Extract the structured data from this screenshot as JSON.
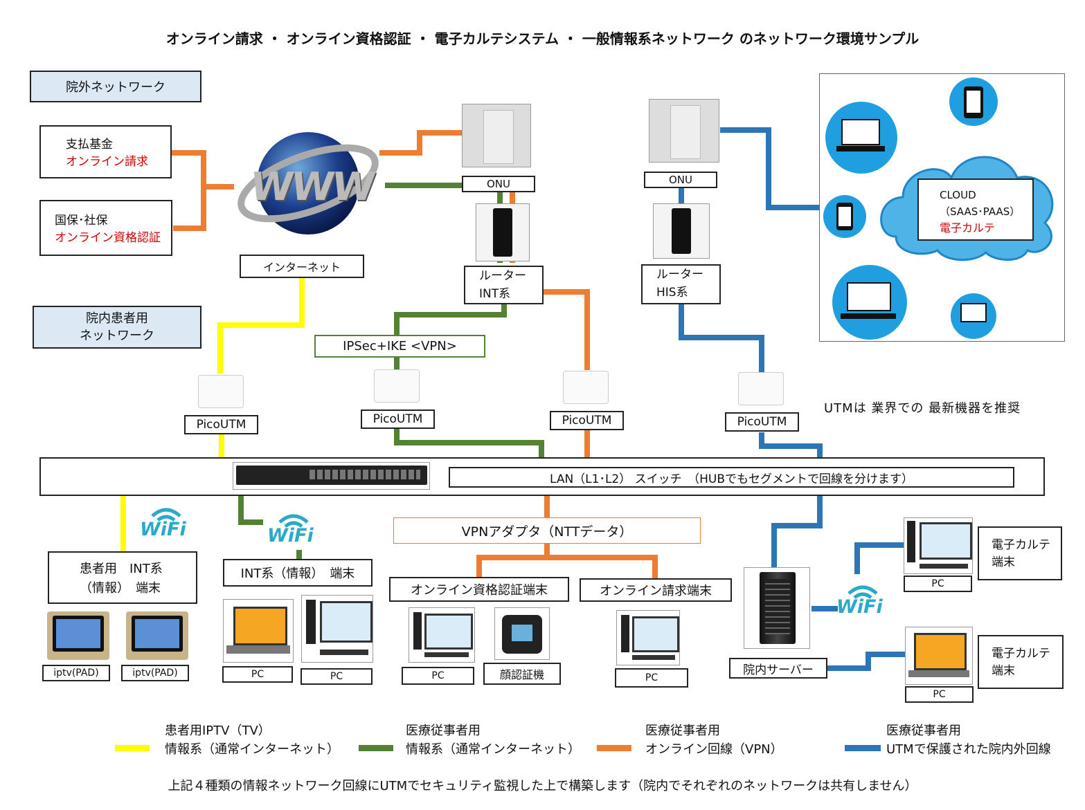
{
  "title": "オンライン請求 ・ オンライン資格認証 ・ 電子カルテシステム ・ 一般情報系ネットワーク のネットワーク環境サンプル",
  "sections": {
    "outside": "院外ネットワーク",
    "patient": "院内患者用\nネットワーク"
  },
  "external": {
    "fund_line1": "支払基金",
    "fund_line2": "オンライン請求",
    "kokuho_line1": "国保･社保",
    "kokuho_line2": "オンライン資格認証"
  },
  "internet_label": "インターネット",
  "www_label": "WWW",
  "onu_label": "ONU",
  "router_int": "ルーター\nINT系",
  "router_his": "ルーター\nHIS系",
  "ipsec_label": "IPSec+IKE <VPN>",
  "picoutm_label": "PicoUTM",
  "utm_note": "UTMは 業界での 最新機器を推奨",
  "cloud": {
    "line1": "CLOUD",
    "line2": "（SAAS･PAAS）",
    "line3": "電子カルテ"
  },
  "switch_label": "LAN（L1･L2） スイッチ　（HUBでもセグメントで回線を分けます）",
  "wifi_label": "WiFi",
  "vpn_adapter": "VPNアダプタ（NTTデータ）",
  "patient_terminal": "患者用　INT系\n（情報）　端末",
  "int_terminal": "INT系（情報）　端末",
  "qual_terminal": "オンライン資格認証端末",
  "claim_terminal": "オンライン請求端末",
  "iptv_label": "iptv(PAD)",
  "pc_label": "PC",
  "face_label": "顔認証機",
  "server_label": "院内サーバー",
  "emr_terminal": "電子カルテ\n端末",
  "legend": [
    {
      "line1": "患者用IPTV（TV）",
      "line2": "情報系（通常インターネット）",
      "color": "#ffff00"
    },
    {
      "line1": "医療従事者用",
      "line2": "情報系（通常インターネット）",
      "color": "#548235"
    },
    {
      "line1": "医療従事者用",
      "line2": "オンライン回線（VPN）",
      "color": "#ed7d31"
    },
    {
      "line1": "医療従事者用",
      "line2": "UTMで保護された院内外回線",
      "color": "#2e75b6"
    }
  ],
  "footer": "上記４種類の情報ネットワーク回線にUTMでセキュリティ監視した上で構築します（院内でそれぞれのネットワークは共有しません）"
}
